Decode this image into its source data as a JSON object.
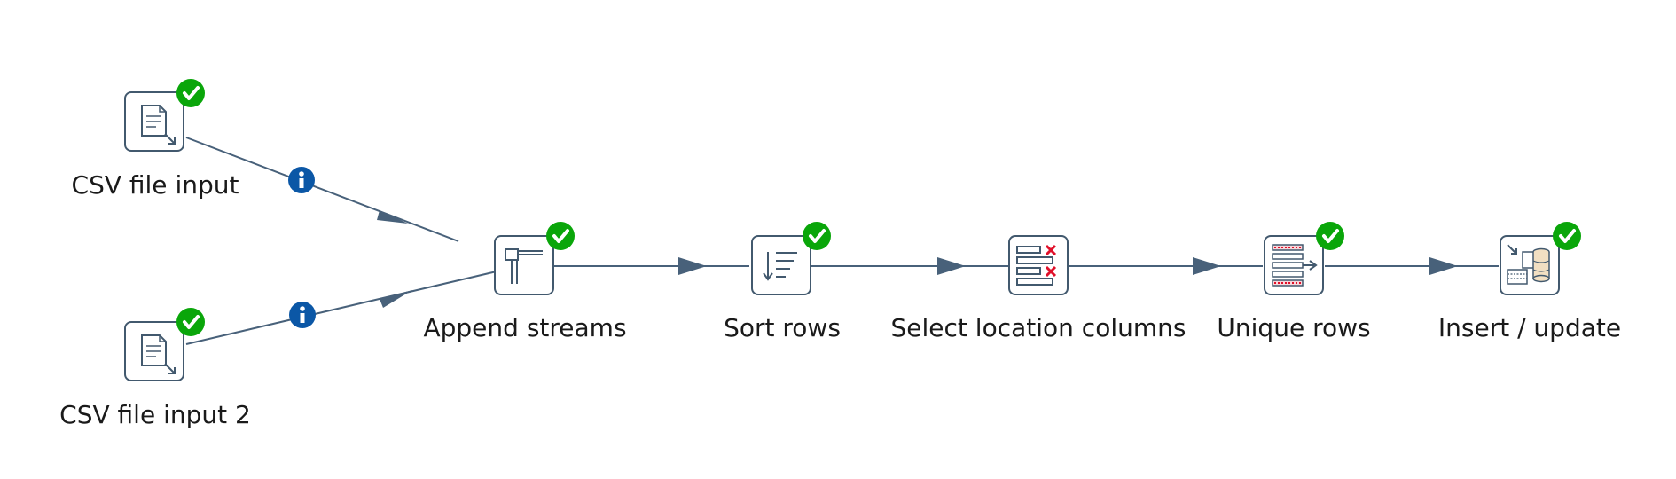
{
  "diagram": {
    "colors": {
      "hop": "#48617a",
      "icon_border": "#42596e",
      "icon_bg": "#ffffff",
      "ok_badge": "#0aa60a",
      "info_badge": "#0b57a6",
      "red_x": "#e0102a",
      "label_text": "#1a1a1a"
    },
    "steps": [
      {
        "id": "csv1",
        "label": "CSV file input",
        "icon": "csv-file-icon",
        "status": "ok-check-icon"
      },
      {
        "id": "csv2",
        "label": "CSV file input 2",
        "icon": "csv-file-icon",
        "status": "ok-check-icon"
      },
      {
        "id": "append",
        "label": "Append streams",
        "icon": "append-streams-icon",
        "status": "ok-check-icon"
      },
      {
        "id": "sort",
        "label": "Sort rows",
        "icon": "sort-rows-icon",
        "status": "ok-check-icon"
      },
      {
        "id": "select",
        "label": "Select location columns",
        "icon": "select-values-icon",
        "status": ""
      },
      {
        "id": "unique",
        "label": "Unique rows",
        "icon": "unique-rows-icon",
        "status": "ok-check-icon"
      },
      {
        "id": "insert",
        "label": "Insert / update",
        "icon": "insert-update-icon",
        "status": "ok-check-icon"
      }
    ],
    "hops": [
      {
        "from": "csv1",
        "to": "append",
        "badge": "info-icon"
      },
      {
        "from": "csv2",
        "to": "append",
        "badge": "info-icon"
      },
      {
        "from": "append",
        "to": "sort",
        "badge": ""
      },
      {
        "from": "sort",
        "to": "select",
        "badge": ""
      },
      {
        "from": "select",
        "to": "unique",
        "badge": ""
      },
      {
        "from": "unique",
        "to": "insert",
        "badge": ""
      }
    ]
  }
}
